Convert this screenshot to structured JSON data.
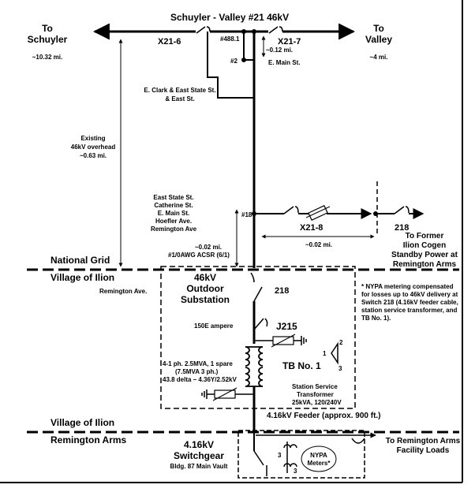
{
  "line": {
    "title": "Schuyler - Valley #21  46kV",
    "to_schuyler": [
      "To",
      "Schuyler"
    ],
    "schuyler_dist": "~10.32 mi.",
    "to_valley": [
      "To",
      "Valley"
    ],
    "valley_dist": "~4 mi.",
    "switch_left": "X21-6",
    "switch_right": "X21-7",
    "pole_488": "#488.1",
    "pole_2": "#2",
    "dist_012": "~0.12 mi.",
    "e_main": "E. Main St.",
    "clark": [
      "E. Clark & East State St.",
      "& East St."
    ],
    "existing": [
      "Existing",
      "46kV overhead",
      "~0.63 mi."
    ]
  },
  "tap": {
    "route": [
      "East State St.",
      "Catherine St.",
      "E. Main St.",
      "Hoefler Ave.",
      "Remington Ave"
    ],
    "pole_18": "#18",
    "switch_x21_8": "X21-8",
    "switch_218_top": "218",
    "dist_002": "~0.02 mi.",
    "conductor": "#1/0AWG ACSR (6/1)",
    "dist_002_right": "~0.02 mi.",
    "former": [
      "To Former",
      "Ilion Cogen",
      "Standby Power at",
      "Remington Arms"
    ]
  },
  "boundaries": {
    "national_grid": "National Grid",
    "village_ilion_1": "Village of Ilion",
    "village_ilion_2": "Village of Ilion",
    "remington_arms": "Remington Arms"
  },
  "substation": {
    "name": [
      "46kV",
      "Outdoor",
      "Substation"
    ],
    "remington_ave": "Remington Ave.",
    "switch_218": "218",
    "fuse_rating": "150E ampere",
    "fuse_id": "J215",
    "transformer_spec": [
      "4-1 ph. 2.5MVA, 1 spare",
      "(7.5MVA 3 ph.)",
      "43.8 delta – 4.36Y/2.52kV"
    ],
    "tb_label": "TB No. 1",
    "delta_1": "1",
    "delta_2": "2",
    "delta_3": "3",
    "station_service": [
      "Station Service",
      "Transformer",
      "25kVA, 120/240V"
    ]
  },
  "nypa_note": [
    "* NYPA metering compensated",
    "for losses up to 46kV delivery at",
    "Switch 218 (4.16kV feeder cable,",
    "station service transformer, and",
    "TB No. 1)."
  ],
  "feeder": "4.16kV Feeder (approx. 900 ft.)",
  "switchgear": {
    "name": [
      "4.16kV",
      "Switchgear"
    ],
    "location": "Bldg. 87 Main Vault",
    "ct_3a": "3",
    "ct_3b": "3",
    "meters": [
      "NYPA",
      "Meters*"
    ]
  },
  "facility_loads": [
    "To Remington Arms",
    "Facility Loads"
  ]
}
